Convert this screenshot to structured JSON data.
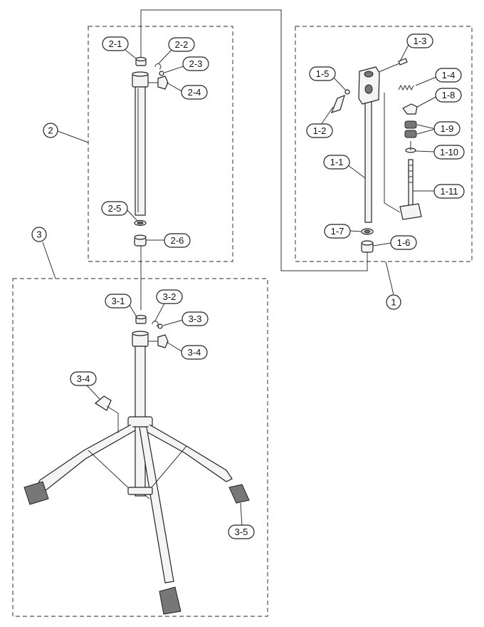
{
  "groups": [
    "1",
    "2",
    "3"
  ],
  "callouts": {
    "p1_1": "1-1",
    "p1_2": "1-2",
    "p1_3": "1-3",
    "p1_4": "1-4",
    "p1_5": "1-5",
    "p1_6": "1-6",
    "p1_7": "1-7",
    "p1_8": "1-8",
    "p1_9": "1-9",
    "p1_10": "1-10",
    "p1_11": "1-11",
    "p2_1": "2-1",
    "p2_2": "2-2",
    "p2_3": "2-3",
    "p2_4": "2-4",
    "p2_5": "2-5",
    "p2_6": "2-6",
    "p3_1": "3-1",
    "p3_2": "3-2",
    "p3_3": "3-3",
    "p3_4a": "3-4",
    "p3_4b": "3-4",
    "p3_5": "3-5"
  }
}
